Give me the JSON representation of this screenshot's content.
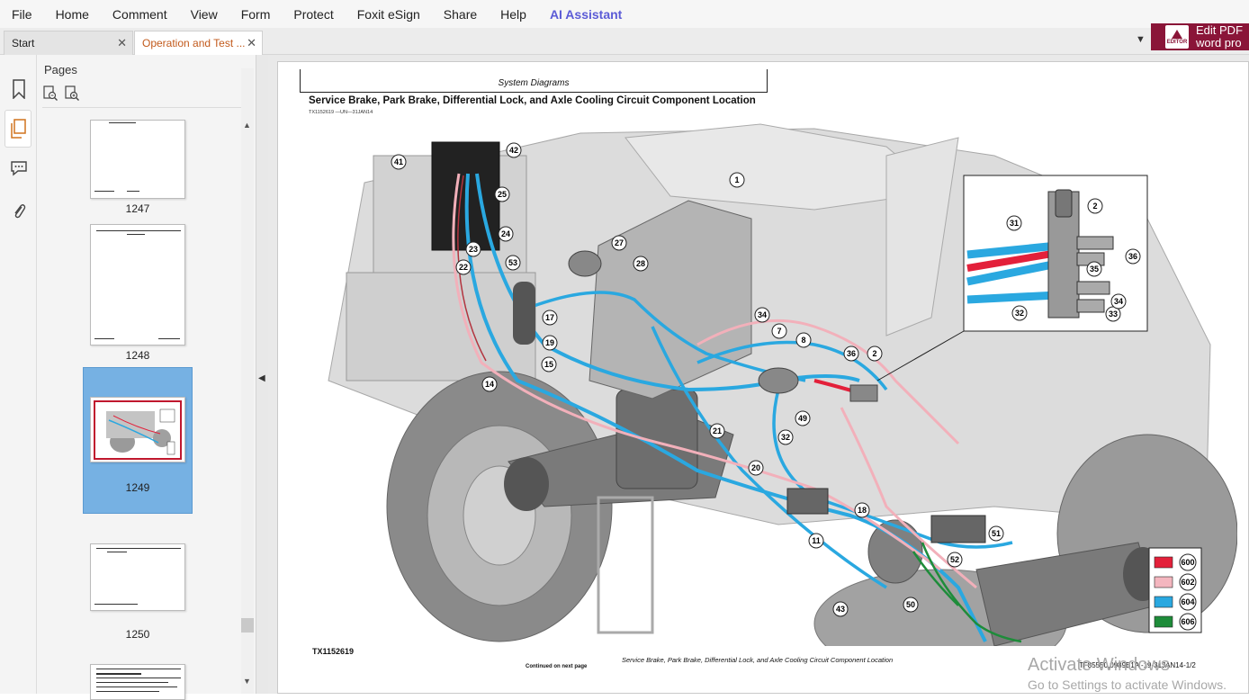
{
  "menu": {
    "items": [
      "File",
      "Home",
      "Comment",
      "View",
      "Form",
      "Protect",
      "Foxit eSign",
      "Share",
      "Help"
    ],
    "ai_label": "AI Assistant"
  },
  "tabs": [
    {
      "label": "Start",
      "active": false
    },
    {
      "label": "Operation and Test ...",
      "active": true
    }
  ],
  "promo": {
    "line1": "Edit PDF",
    "line2": "word pro",
    "logo_text": "EDITOR"
  },
  "sidebar": {
    "pages_title": "Pages",
    "thumbnails": [
      {
        "label": "1247",
        "selected": false
      },
      {
        "label": "1248",
        "selected": false
      },
      {
        "label": "1249",
        "selected": true
      },
      {
        "label": "1250",
        "selected": false
      }
    ]
  },
  "document": {
    "header": "System Diagrams",
    "title": "Service Brake, Park Brake, Differential Lock, and Axle Cooling Circuit Component Location",
    "subtitle": "TX1152619 —UN—31JAN14",
    "figure_id": "TX1152619",
    "continued": "Continued on next page",
    "caption": "Service Brake, Park Brake, Differential Lock, and Axle Cooling Circuit Component Location",
    "footer_code": "TF85550,0989B1A -19-31JAN14-1/2",
    "callouts": [
      "1",
      "2",
      "7",
      "8",
      "11",
      "14",
      "15",
      "17",
      "18",
      "19",
      "20",
      "21",
      "22",
      "23",
      "24",
      "25",
      "27",
      "28",
      "32",
      "34",
      "36",
      "41",
      "42",
      "43",
      "49",
      "50",
      "51",
      "52",
      "53"
    ],
    "inset_callouts": [
      "2",
      "31",
      "32",
      "33",
      "34",
      "35",
      "36"
    ],
    "legend": [
      {
        "label": "600",
        "color": "#e3203a"
      },
      {
        "label": "602",
        "color": "#f4b6bf"
      },
      {
        "label": "604",
        "color": "#2aa8e0"
      },
      {
        "label": "606",
        "color": "#1e8c3a"
      }
    ]
  },
  "watermark": {
    "line1": "Activate Windows",
    "line2": "Go to Settings to activate Windows."
  },
  "colors": {
    "accent": "#5b5bd6",
    "active_tab": "#c25a1c",
    "promo_bg": "#8a1538",
    "selection": "#76b1e3"
  }
}
